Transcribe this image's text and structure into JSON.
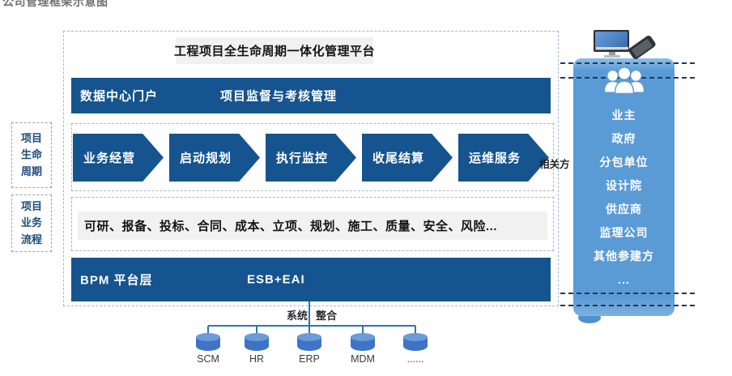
{
  "caption": "公司管理框架示意图",
  "platform": {
    "title": "工程项目全生命周期一体化管理平台",
    "header": {
      "left": "数据中心门户",
      "center": "项目监督与考核管理"
    },
    "lifecycle": {
      "label_lines": [
        "项目",
        "生命",
        "周期"
      ],
      "stages": [
        "业务经营",
        "启动规划",
        "执行监控",
        "收尾结算",
        "运维服务"
      ]
    },
    "process": {
      "label_lines": [
        "项目",
        "业务",
        "流程"
      ],
      "text": "可研、报备、投标、合同、成本、立项、规划、施工、质量、安全、风险..."
    },
    "bpm": {
      "left": "BPM 平台层",
      "center": "ESB+EAI"
    }
  },
  "integration": {
    "label_left": "系统",
    "label_right": "整合",
    "systems": [
      "SCM",
      "HR",
      "ERP",
      "MDM",
      "......"
    ]
  },
  "stakeholders": {
    "connector_label": "相关方",
    "items": [
      "业主",
      "政府",
      "分包单位",
      "设计院",
      "供应商",
      "监理公司",
      "其他参建方",
      "..."
    ]
  },
  "colors": {
    "primary_blue": "#15548f",
    "panel_blue": "#5b9bd5",
    "cylinder_blue": "#3e74c6",
    "connector_blue": "#2e74b5",
    "navy_dash": "#24365e"
  }
}
